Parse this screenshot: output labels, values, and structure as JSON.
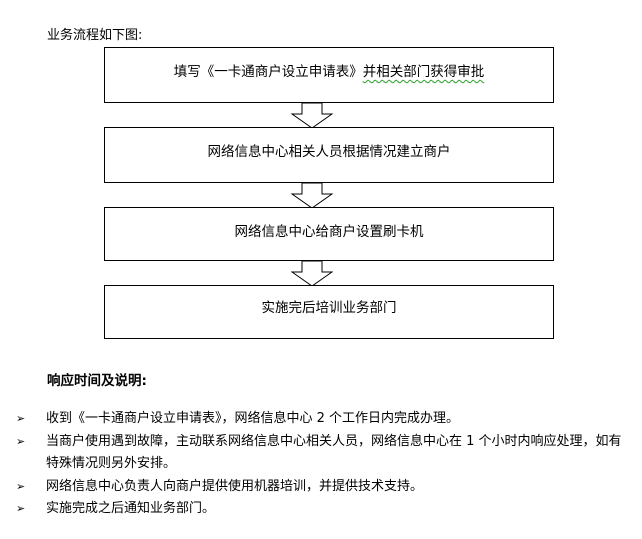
{
  "intro_text": "业务流程如下图:",
  "flow": {
    "step1_text": "填写《一卡通商户设立申请表》",
    "step1_suffix": "并相关部门获得审批",
    "step2": "网络信息中心相关人员根据情况建立商户",
    "step3": "网络信息中心给商户设置刷卡机",
    "step4": "实施完后培训业务部门"
  },
  "section_heading": "响应时间及说明:",
  "bullet_marker": "➢",
  "bullets": [
    "收到《一卡通商户设立申请表》，网络信息中心 2 个工作日内完成办理。",
    "当商户使用遇到故障，主动联系网络信息中心相关人员，网络信息中心在 1 个小时内响应处理，如有特殊情况则另外安排。",
    "网络信息中心负责人向商户提供使用机器培训，并提供技术支持。",
    "实施完成之后通知业务部门。"
  ]
}
